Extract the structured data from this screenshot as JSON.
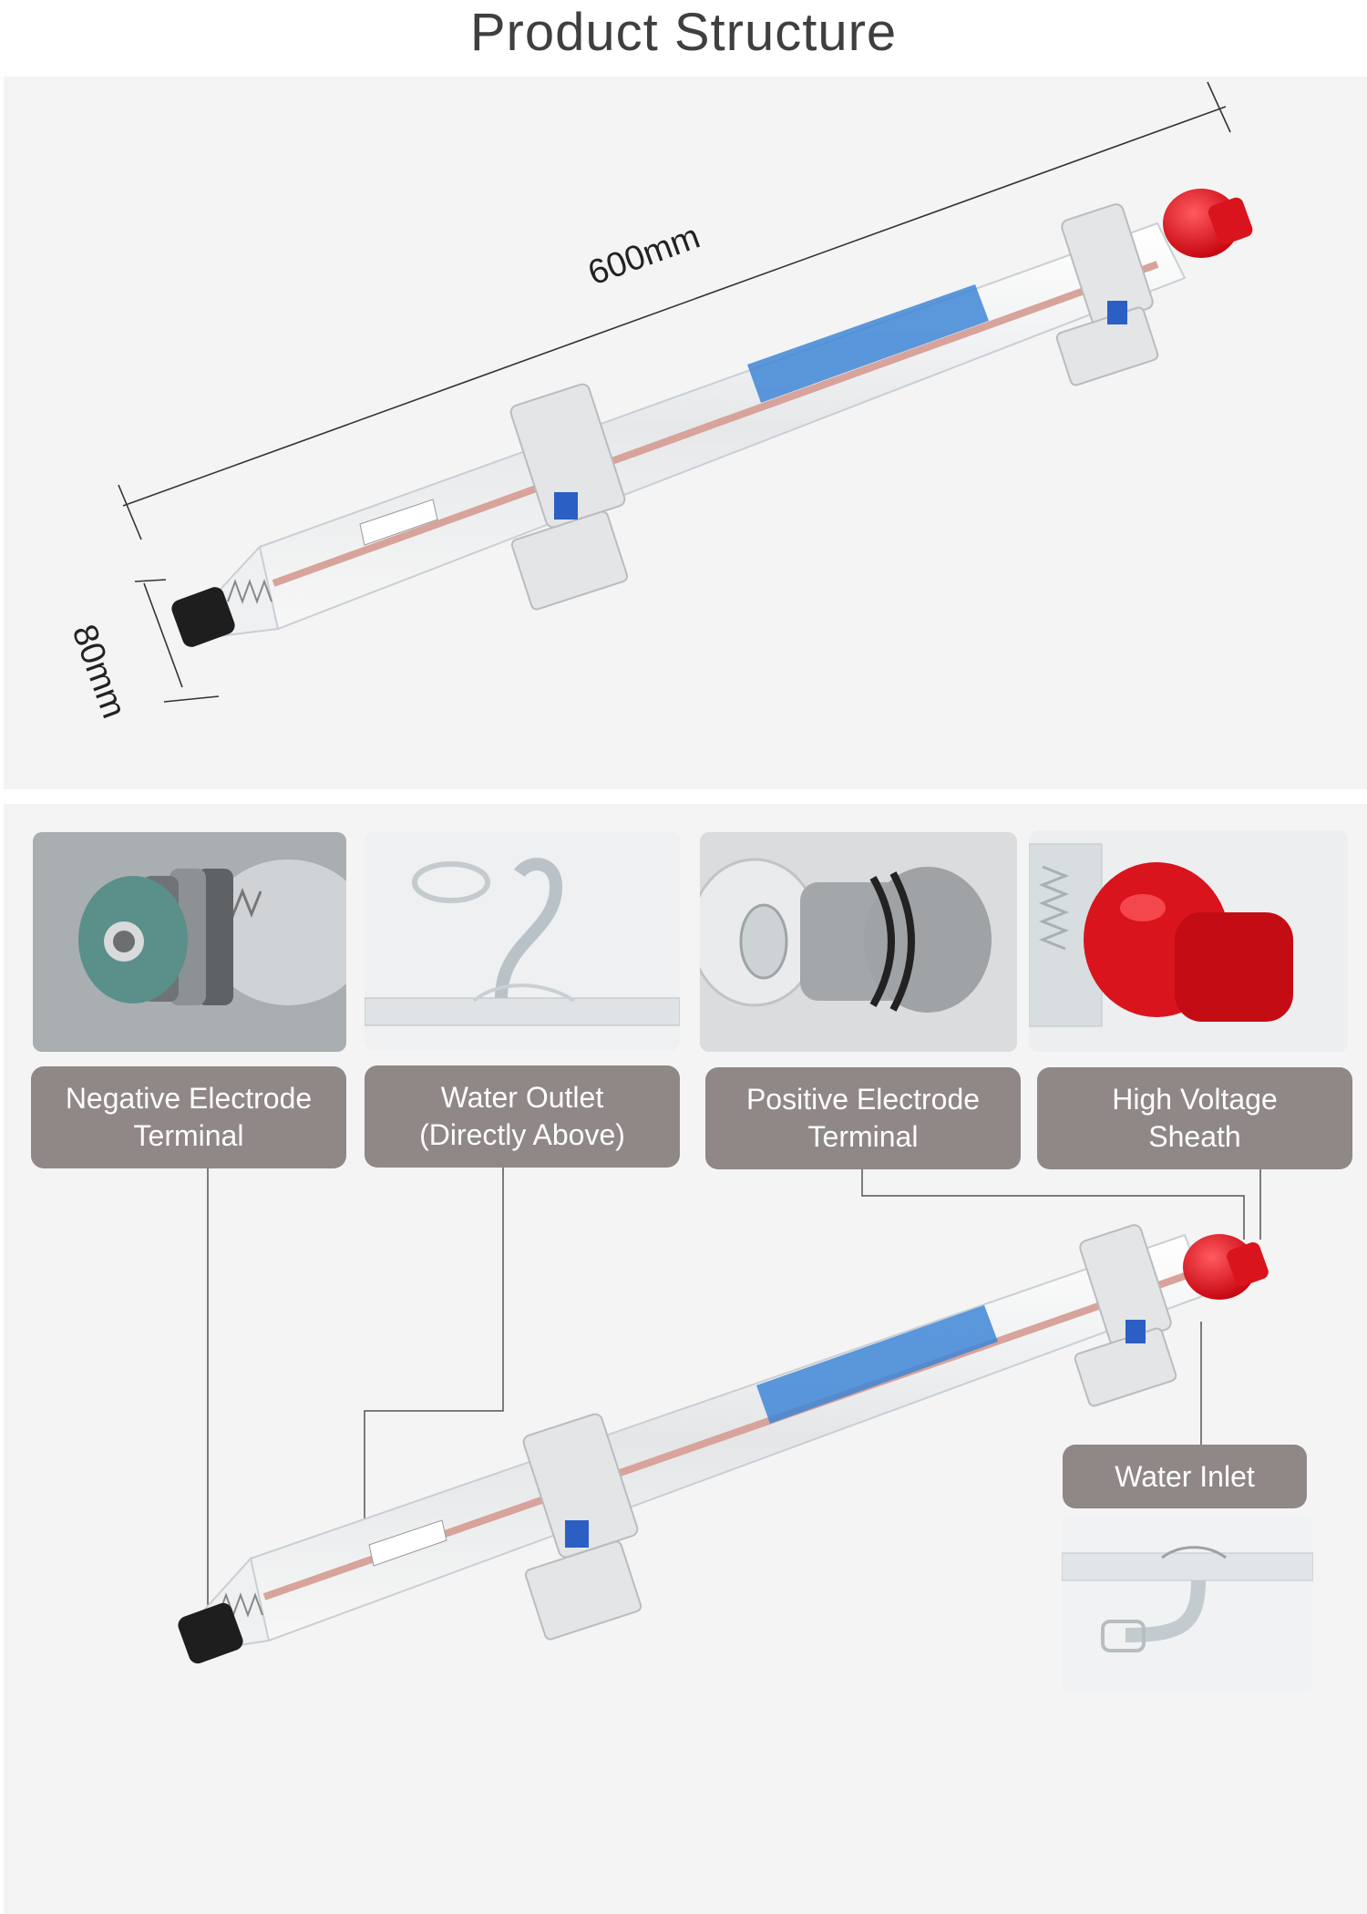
{
  "title": "Product Structure",
  "dimensions": {
    "length": "600mm",
    "diameter": "80mm"
  },
  "components": [
    {
      "line1": "Negative Electrode",
      "line2": "Terminal"
    },
    {
      "line1": "Water Outlet",
      "line2": "(Directly Above)"
    },
    {
      "line1": "Positive Electrode",
      "line2": "Terminal"
    },
    {
      "line1": "High Voltage",
      "line2": "Sheath"
    }
  ],
  "water_inlet": "Water Inlet",
  "colors": {
    "label_bg": "#8f8887",
    "panel_bg": "#f4f4f4",
    "sheath_red": "#d9141c",
    "label_blue": "#3f86d6"
  }
}
